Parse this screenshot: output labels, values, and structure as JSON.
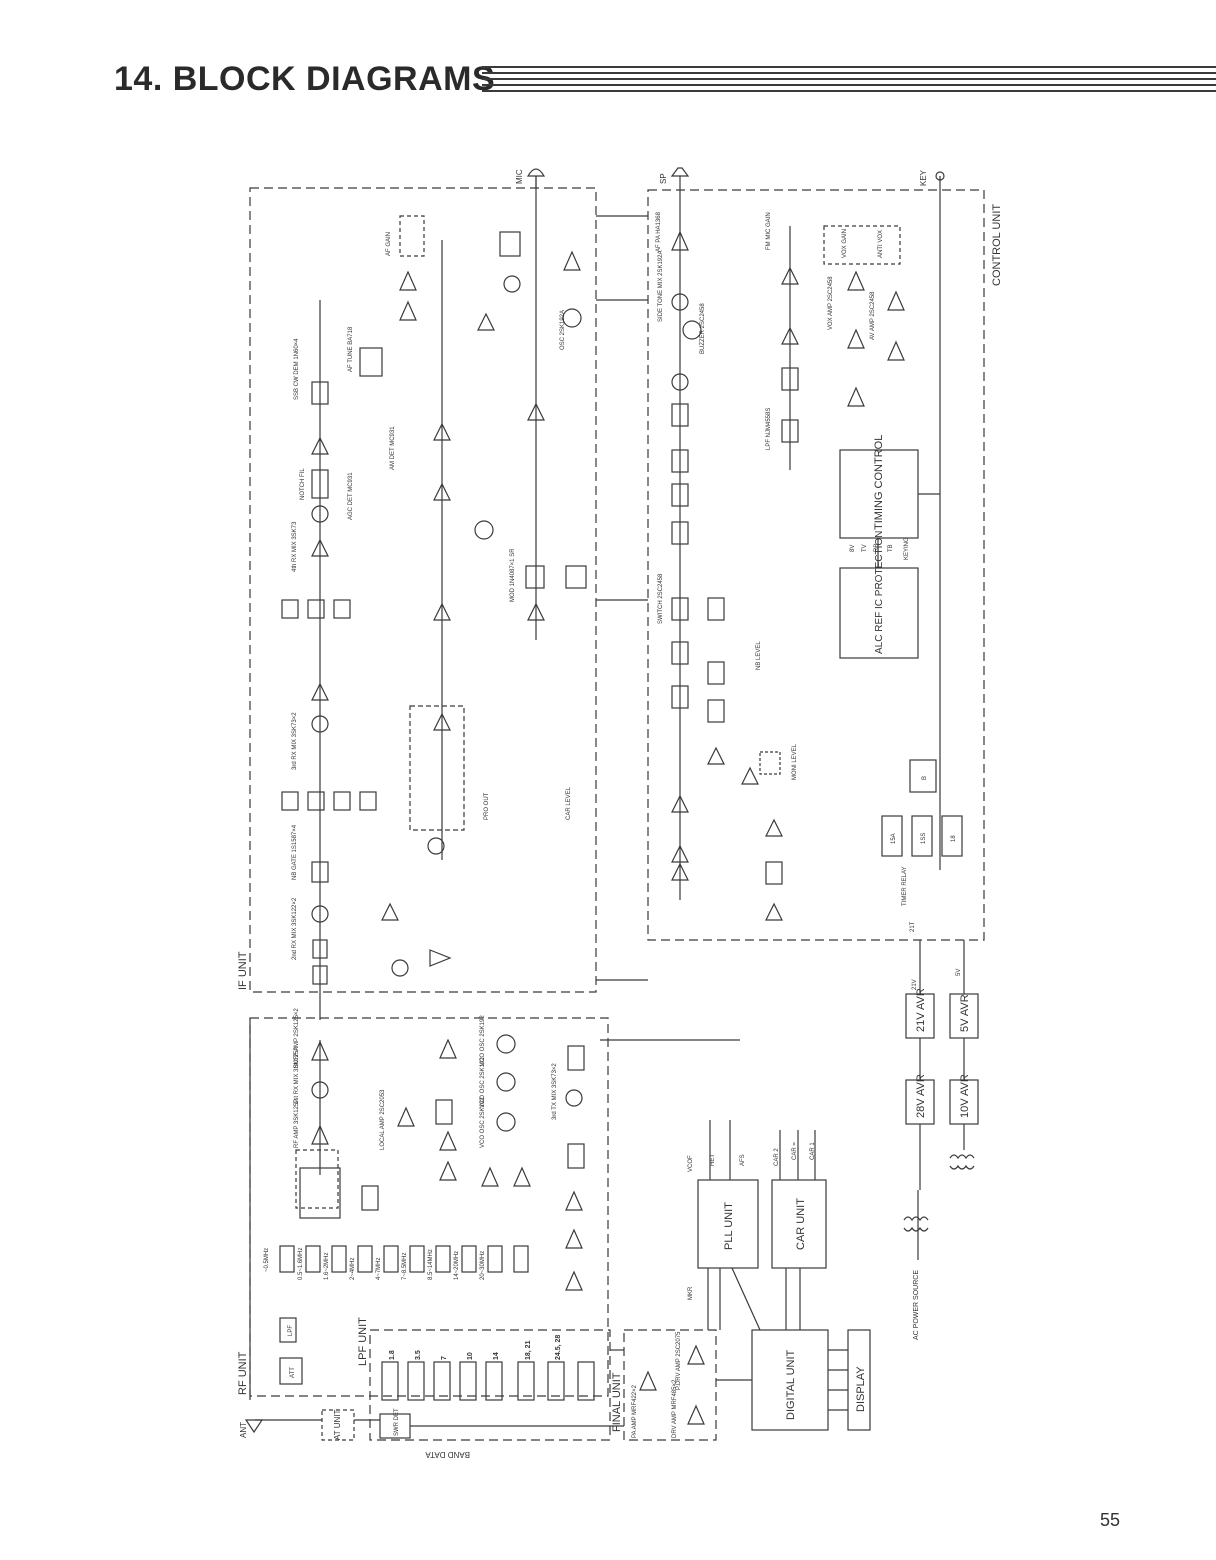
{
  "header": {
    "title": "14. BLOCK DIAGRAMS"
  },
  "page_number": "55",
  "units": {
    "rf": "RF UNIT",
    "if": "IF UNIT",
    "control": "CONTROL UNIT",
    "lpf": "LPF UNIT",
    "final": "FINAL UNIT",
    "pll": "PLL UNIT",
    "car": "CAR UNIT",
    "digital": "DIGITAL UNIT",
    "display": "DISPLAY",
    "at": "AT UNIT"
  },
  "control_blocks": {
    "timing": "TIMING CONTROL",
    "alc": "ALC REF IC PROTECTION"
  },
  "power": {
    "avr28": "28V AVR",
    "avr21": "21V AVR",
    "avr10": "10V AVR",
    "avr5": "5V AVR",
    "ac_source": "AC POWER SOURCE"
  },
  "io": {
    "ant": "ANT",
    "mic": "MIC",
    "sp": "SP",
    "key": "KEY",
    "band_data": "BAND DATA"
  },
  "lpf_bands": [
    "1.8",
    "3.5",
    "7",
    "10",
    "14",
    "18, 21",
    "24.5, 28"
  ],
  "rf_bpf_bands": [
    "~0.5MHz",
    "0.5~1.6MHz",
    "1.6~2MHz",
    "2~4MHz",
    "4~7MHz",
    "7~8.5MHz",
    "8.5~14MHz",
    "14~20MHz",
    "20~30MHz"
  ],
  "if_stages": {
    "mix2": "2nd RX MIX 3SK122×2",
    "mix3": "3rd RX MIX 3SK73×2",
    "mix4": "4th RX MIX 3SK73",
    "nb_gate": "NB GATE 1S1587×4",
    "notch": "NOTCH FIL",
    "agc_det": "AGC DET MC931",
    "am_det": "AM DET MC931",
    "ssb_demod": "SSB CW DEM 1N60×4",
    "af_tune": "AF TUNE BA718",
    "af_gain": "AF GAIN",
    "af_pa": "AF PA HA1368",
    "mod": "MOD 1N4087×1 SR",
    "osc": "OSC 2SK192A",
    "car_level": "CAR LEVEL",
    "pro_out": "PRO OUT"
  },
  "rf_stages": {
    "rf_amp": "RF AMP 3SK125P",
    "mix1": "1st RX MIX 3SK125P",
    "buff": "BUFF AMP 2SK125×2",
    "local": "LOCAL AMP 2SC2053",
    "tx_mix": "3rd TX MIX 3SK73×2",
    "vco1": "VCO OSC 2SK192",
    "vco2": "VCO OSC 2SK192",
    "vco3": "VCO OSC 2SK192",
    "att": "ATT",
    "lpf": "LPF"
  },
  "final_stages": {
    "pa": "PA AMP MRF422×2",
    "drv": "DRV AMP MRF485×2",
    "pdrv": "P.DRV AMP 2SC2075",
    "swr": "SWR DET"
  },
  "control_stages": {
    "vox_gain": "VOX GAIN",
    "anti_vox": "ANTI VOX",
    "vox_amp": "VOX AMP 2SC2458",
    "av_amp": "AV AMP 2SC2458",
    "fm_mic": "FM MIC GAIN",
    "lpf": "LPF NJM4558S",
    "nb_level": "NB LEVEL",
    "moni_level": "MONI LEVEL",
    "timer_relay": "TIMER RELAY",
    "switch": "SWITCH 2SC2458",
    "sidetone": "SIDE TONE MIX 2SK192A",
    "buzzer": "BUZZER 2SC2458"
  },
  "timing_outputs": [
    "8V",
    "TV",
    "RB",
    "TB",
    "KEYING"
  ],
  "relay_outputs": [
    "15A",
    "1SS",
    "18"
  ],
  "relay_b": "B",
  "rails": [
    "21V",
    "5V",
    "21T"
  ],
  "pll_signals": [
    "VCOF",
    "HET",
    "AFS",
    "CAR 2",
    "CAR =",
    "CAR 1",
    "MKR"
  ]
}
